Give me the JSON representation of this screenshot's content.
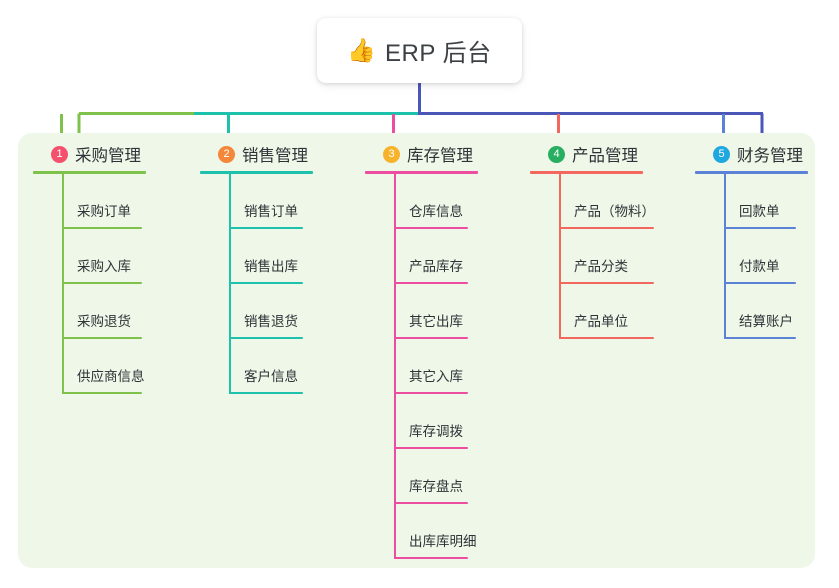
{
  "root": {
    "icon": "thumbs-up-icon",
    "icon_glyph": "👍",
    "title": "ERP 后台"
  },
  "palette": {
    "panel_bg": "#eef7e8",
    "page_bg": "#ffffff",
    "root_stem": "#4b57b8",
    "text": "#2f3337"
  },
  "branches": [
    {
      "number": "1",
      "title": "采购管理",
      "badge_color": "#f4516c",
      "line_color": "#7ec24b",
      "items": [
        "采购订单",
        "采购入库",
        "采购退货",
        "供应商信息"
      ]
    },
    {
      "number": "2",
      "title": "销售管理",
      "badge_color": "#f5873b",
      "line_color": "#1ec1ac",
      "items": [
        "销售订单",
        "销售出库",
        "销售退货",
        "客户信息"
      ]
    },
    {
      "number": "3",
      "title": "库存管理",
      "badge_color": "#f7b32b",
      "line_color": "#ed4d9e",
      "items": [
        "仓库信息",
        "产品库存",
        "其它出库",
        "其它入库",
        "库存调拨",
        "库存盘点",
        "出库库明细"
      ]
    },
    {
      "number": "4",
      "title": "产品管理",
      "badge_color": "#27ae60",
      "line_color": "#f2685f",
      "items": [
        "产品（物料）",
        "产品分类",
        "产品单位"
      ]
    },
    {
      "number": "5",
      "title": "财务管理",
      "badge_color": "#1fa8e0",
      "line_color": "#5b82d6",
      "items": [
        "回款单",
        "付款单",
        "结算账户"
      ]
    }
  ]
}
